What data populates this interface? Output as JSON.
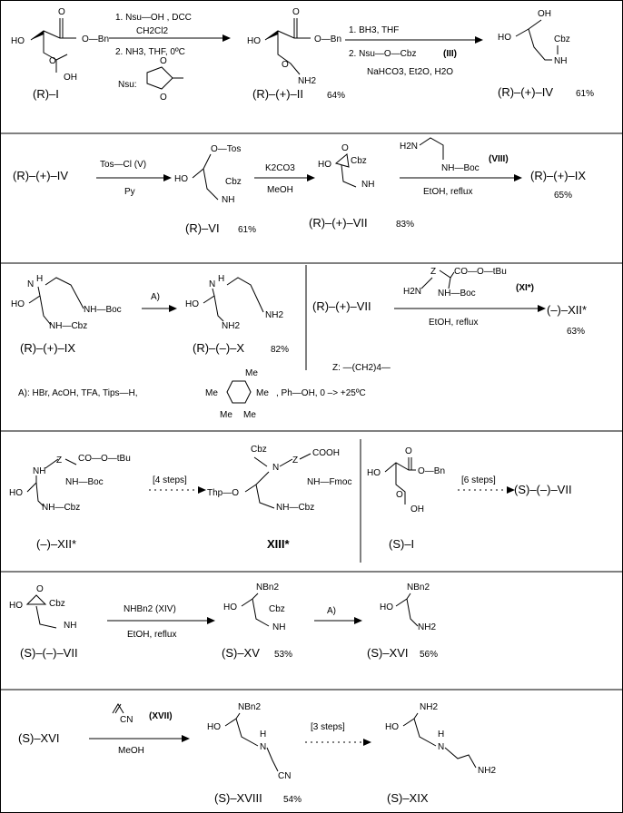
{
  "row1": {
    "start_label": "(R)–I",
    "conditions_1": [
      "1. Nsu—OH , DCC",
      "CH2Cl2",
      "2. NH3,  THF,  0ºC"
    ],
    "nsu_caption": "Nsu:",
    "product_1_label": "(R)–(+)–II",
    "product_1_yield": "64%",
    "conditions_2": [
      "1. BH3,  THF",
      "2. Nsu—O—Cbz",
      "(III)",
      "NaHCO3,   Et2O,  H2O"
    ],
    "product_2_label": "(R)–(+)–IV",
    "product_2_yield": "61%"
  },
  "row2": {
    "start_label": "(R)–(+)–IV",
    "conditions_1": [
      "Tos—Cl  (V)",
      "Py"
    ],
    "product_1_label": "(R)–VI",
    "product_1_yield": "61%",
    "conditions_2": [
      "K2CO3",
      "MeOH"
    ],
    "product_2_label": "(R)–(+)–VII",
    "product_2_yield": "83%",
    "conditions_3": [
      "(VIII)",
      "EtOH,   reflux"
    ],
    "product_3_label": "(R)–(+)–IX",
    "product_3_yield": "65%"
  },
  "row3": {
    "start_label": "(R)–(+)–IX",
    "conditions_1": [
      "A)"
    ],
    "product_1_label": "(R)–(–)–X",
    "product_1_yield": "82%",
    "start_label_b": "(R)–(+)–VII",
    "conditions_2": [
      "(XI*)",
      "EtOH,   reflux"
    ],
    "product_2_label": "(–)–XII*",
    "product_2_yield": "63%",
    "z_definition": "Z: —(CH2)4—",
    "footnote": "A):  HBr,  AcOH,  TFA,  Tips—H,",
    "footnote_tail": ",  Ph—OH,  0  –>  +25ºC"
  },
  "row4": {
    "start_label": "(–)–XII*",
    "conditions_1": [
      "[4 steps]"
    ],
    "product_1_label": "XIII*",
    "start_label_b": "(S)–I",
    "conditions_2": [
      "[6 steps]"
    ],
    "product_2_label": "(S)–(–)–VII"
  },
  "row5": {
    "start_label": "(S)–(–)–VII",
    "conditions_1": [
      "NHBn2   (XIV)",
      "EtOH,   reflux"
    ],
    "product_1_label": "(S)–XV",
    "product_1_yield": "53%",
    "conditions_2": [
      "A)"
    ],
    "product_2_label": "(S)–XVI",
    "product_2_yield": "56%"
  },
  "row6": {
    "start_label": "(S)–XVI",
    "conditions_1": [
      "(XVII)",
      "MeOH"
    ],
    "product_1_label": "(S)–XVIII",
    "product_1_yield": "54%",
    "conditions_2": [
      "[3 steps]"
    ],
    "product_2_label": "(S)–XIX"
  },
  "structure_text": {
    "OBn": "O—Bn",
    "OH": "OH",
    "HO": "HO",
    "O": "O",
    "NH2": "NH2",
    "NH": "NH",
    "Cbz": "Cbz",
    "Tos": "O—Tos",
    "NHBoc": "NH—Boc",
    "NHCbz": "NH—Cbz",
    "COOtBu": "CO—O—tBu",
    "Z": "Z",
    "NHFmoc": "NH—Fmoc",
    "COOH": "COOH",
    "Thp": "Thp—O",
    "NBn2": "NBn2",
    "CN": "CN",
    "H": "H",
    "N": "N",
    "H2N": "H2N",
    "Me": "Me",
    "Bn": "Bn"
  }
}
